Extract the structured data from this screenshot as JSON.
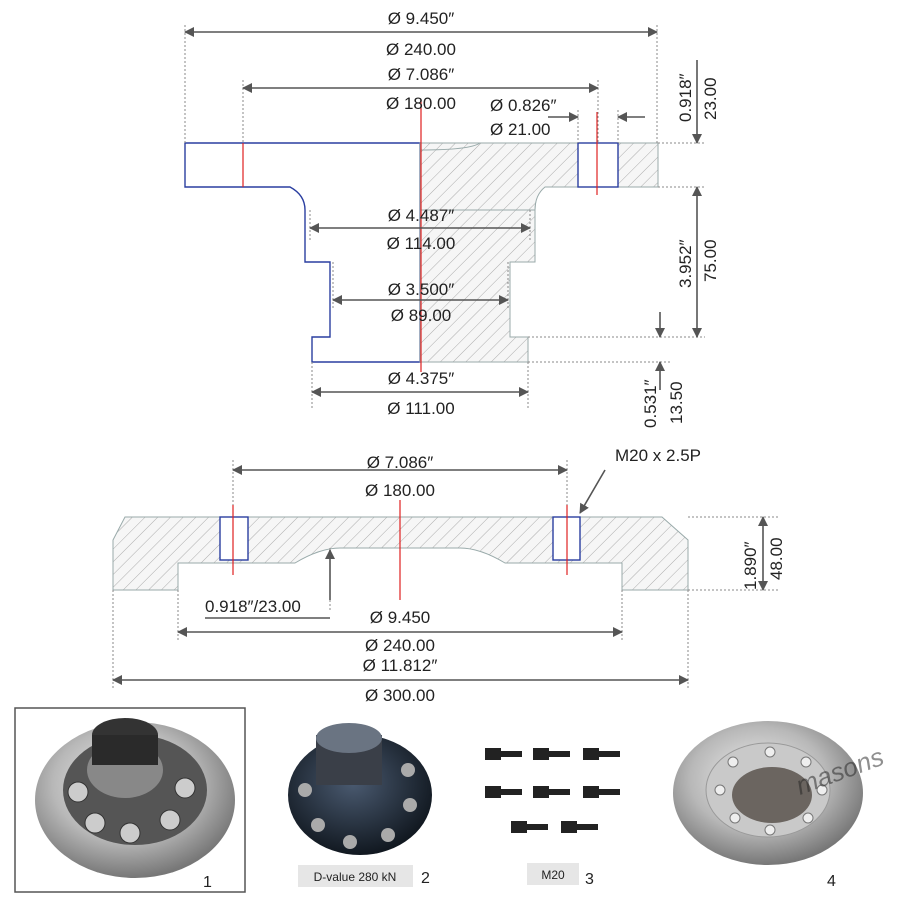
{
  "top_view": {
    "d_outer_in": "Ø 9.450″",
    "d_outer_mm": "Ø 240.00",
    "d_bolt_circle_in": "Ø 7.086″",
    "d_bolt_circle_mm": "Ø 180.00",
    "d_hole_in": "Ø 0.826″",
    "d_hole_mm": "Ø 21.00",
    "flange_thk_in": "0.918″",
    "flange_thk_mm": "23.00",
    "hub_height_in": "3.952″",
    "hub_height_mm": "75.00",
    "d_hub_in": "Ø 4.487″",
    "d_hub_mm": "Ø 114.00",
    "d_neck_in": "Ø 3.500″",
    "d_neck_mm": "Ø 89.00",
    "d_base_in": "Ø 4.375″",
    "d_base_mm": "Ø 111.00",
    "base_thk_in": "0.531″",
    "base_thk_mm": "13.50"
  },
  "bottom_view": {
    "d_bolt_circle_in": "Ø 7.086″",
    "d_bolt_circle_mm": "Ø 180.00",
    "thread": "M20 x 2.5P",
    "thk_in": "1.890″",
    "thk_mm": "48.00",
    "recess_depth": "0.918″/23.00",
    "d_recess_in": "Ø 9.450",
    "d_recess_mm": "Ø 240.00",
    "d_outer_in": "Ø 11.812″",
    "d_outer_mm": "Ø 300.00"
  },
  "photos": [
    {
      "number": "1",
      "tag": ""
    },
    {
      "number": "2",
      "tag": "D-value 280 kN"
    },
    {
      "number": "3",
      "tag": "M20"
    },
    {
      "number": "4",
      "tag": ""
    }
  ],
  "watermark": "masons"
}
